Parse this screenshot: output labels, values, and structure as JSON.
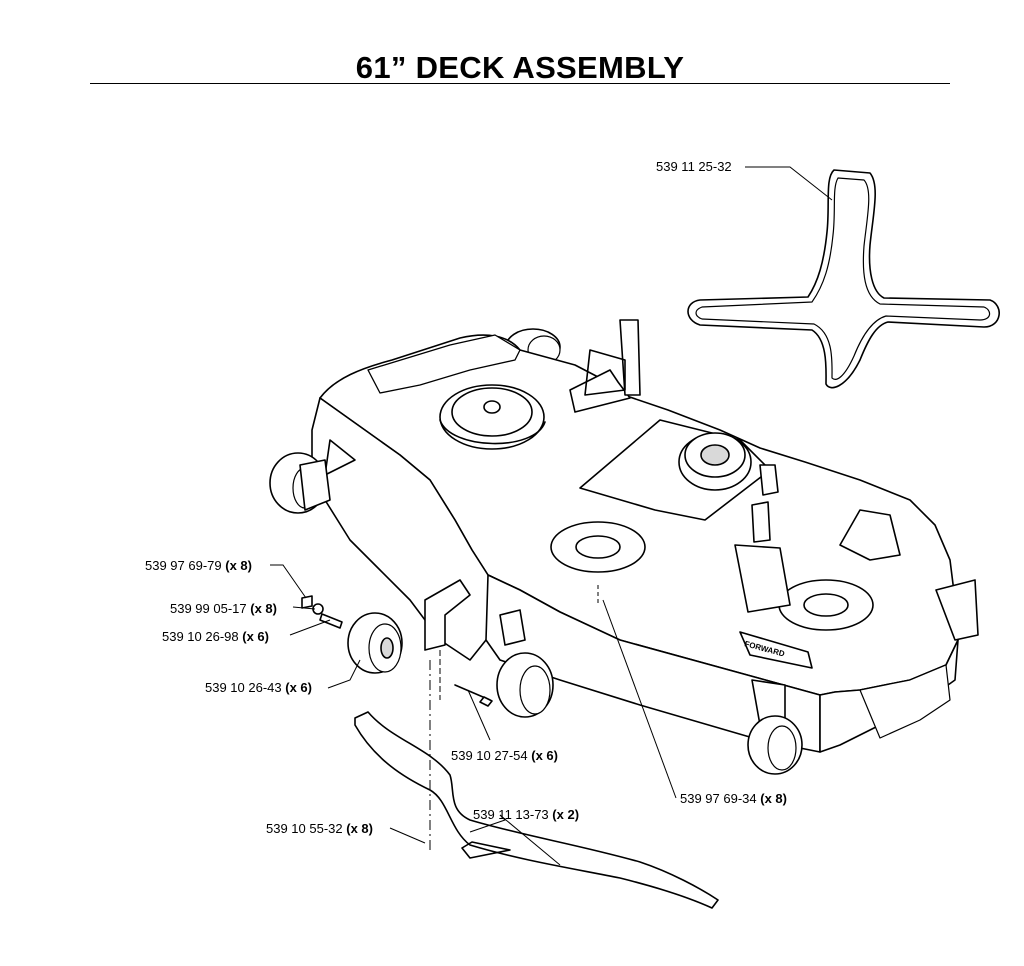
{
  "title": "61” DECK ASSEMBLY",
  "callouts": {
    "belt": {
      "part": "539 11 25-32",
      "qty": ""
    },
    "nut": {
      "part": "539 97 69-79",
      "qty": "(x 8)"
    },
    "washer": {
      "part": "539 99 05-17",
      "qty": "(x 8)"
    },
    "spacer": {
      "part": "539 10 26-98",
      "qty": "(x 6)"
    },
    "wheel": {
      "part": "539 10 26-43",
      "qty": "(x 6)"
    },
    "wheel_bolt": {
      "part": "539 10 27-54",
      "qty": "(x 6)"
    },
    "deck_bolt": {
      "part": "539 97 69-34",
      "qty": "(x 8)"
    },
    "baffle": {
      "part": "539 11 13-73",
      "qty": "(x 2)"
    },
    "baffle_bolt": {
      "part": "539 10 55-32",
      "qty": "(x 8)"
    }
  },
  "deck_decal": "FORWARD",
  "colors": {
    "line": "#000000",
    "fill": "#ffffff",
    "shade": "#d9d9d9"
  }
}
